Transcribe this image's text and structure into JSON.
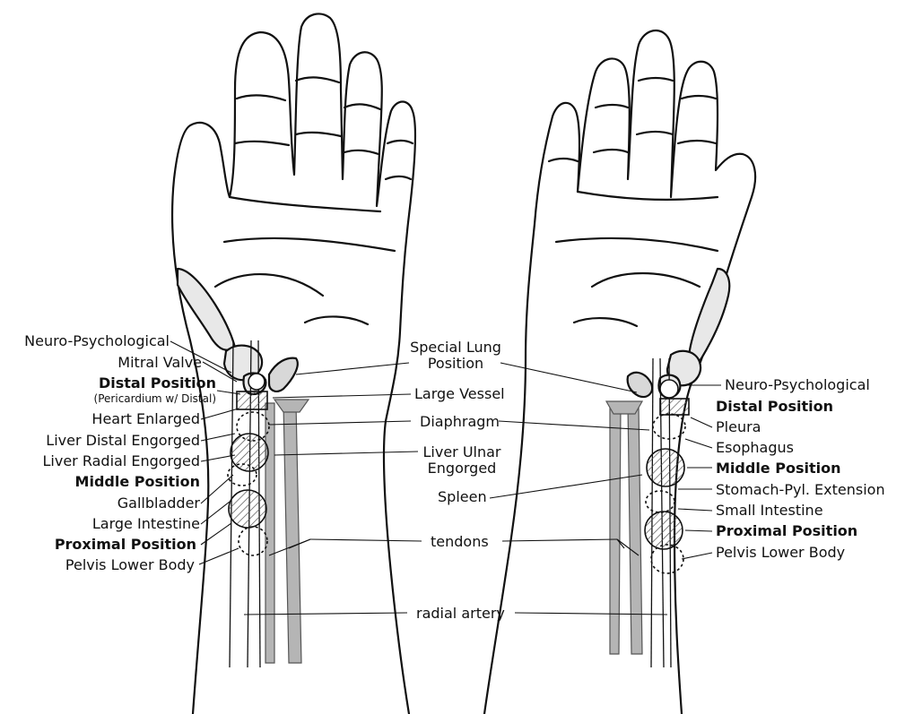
{
  "labels": {
    "left": {
      "neuro": "Neuro-Psychological",
      "mitral": "Mitral Valve",
      "distal": "Distal Position",
      "distal_sub": "(Pericardium w/ Distal)",
      "heart": "Heart Enlarged",
      "liver_distal": "Liver Distal Engorged",
      "liver_radial": "Liver Radial Engorged",
      "middle": "Middle Position",
      "gallbladder": "Gallbladder",
      "large_intestine": "Large Intestine",
      "proximal": "Proximal Position",
      "pelvis": "Pelvis Lower Body"
    },
    "center": {
      "special_lung": "Special Lung\nPosition",
      "large_vessel": "Large Vessel",
      "diaphragm": "Diaphragm",
      "liver_ulnar": "Liver Ulnar\nEngorged",
      "spleen": "Spleen",
      "tendons": "tendons",
      "radial_artery": "radial artery"
    },
    "right": {
      "neuro": "Neuro-Psychological",
      "distal": "Distal Position",
      "pleura": "Pleura",
      "esophagus": "Esophagus",
      "middle": "Middle Position",
      "stomach": "Stomach-Pyl. Extension",
      "small_intestine": "Small Intestine",
      "proximal": "Proximal Position",
      "pelvis": "Pelvis Lower Body"
    }
  },
  "colors": {
    "ink": "#111111",
    "tendon_fill": "#b5b5b5",
    "hatch": "#555555"
  }
}
